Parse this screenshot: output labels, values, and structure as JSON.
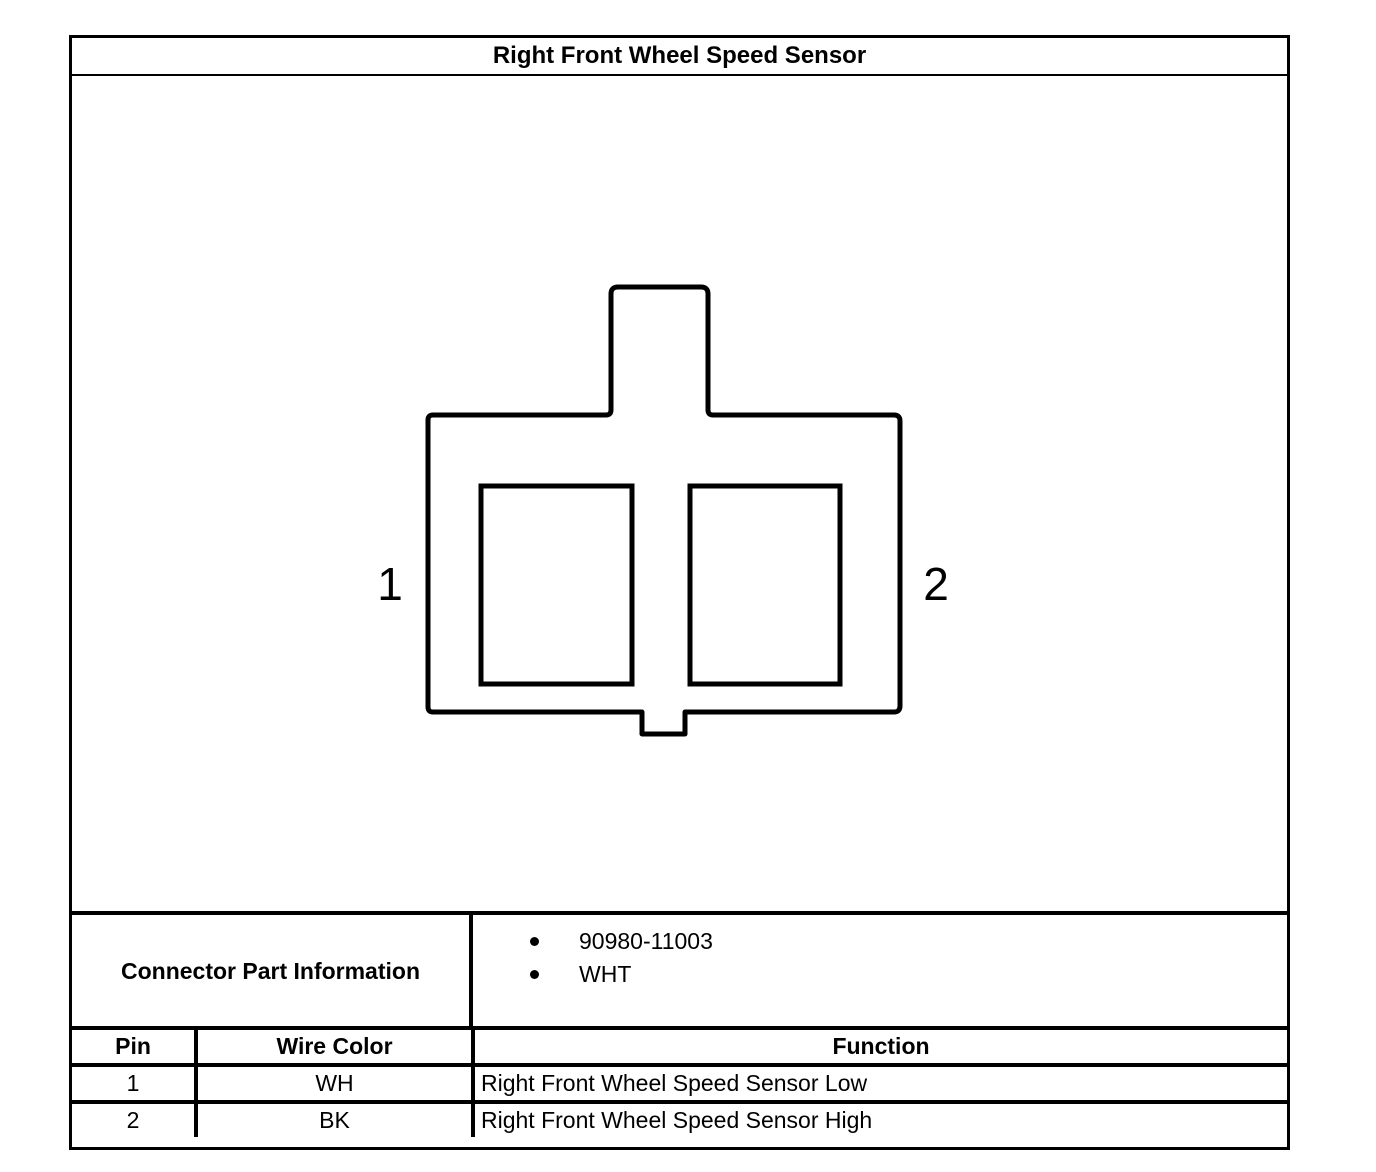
{
  "title": "Right Front Wheel Speed Sensor",
  "diagram": {
    "pin_labels": [
      "1",
      "2"
    ]
  },
  "connector_part_info": {
    "label": "Connector Part Information",
    "items": [
      "90980-11003",
      "WHT"
    ]
  },
  "pin_table": {
    "headers": {
      "pin": "Pin",
      "wire_color": "Wire Color",
      "function": "Function"
    },
    "rows": [
      {
        "pin": "1",
        "wire_color": "WH",
        "function": "Right Front Wheel Speed Sensor Low"
      },
      {
        "pin": "2",
        "wire_color": "BK",
        "function": "Right Front Wheel Speed Sensor High"
      }
    ]
  }
}
